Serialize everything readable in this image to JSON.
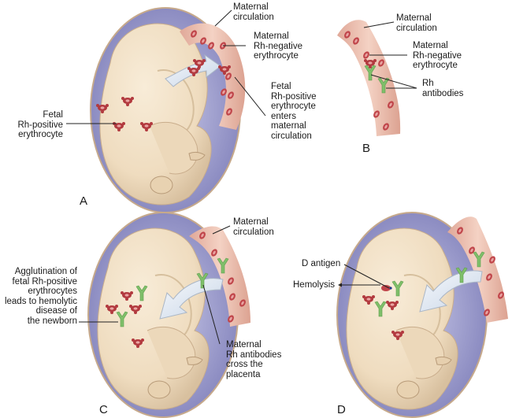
{
  "figure": {
    "colors": {
      "background": "#ffffff",
      "amniotic_sac": "#8f8fc4",
      "sac_inner": "#b9b9de",
      "fetus_skin": "#f1dfc3",
      "fetus_shadow": "#d9c3a3",
      "vessel": "#ecbfae",
      "vessel_edge": "#d7988a",
      "rbc": "#c0454a",
      "fetal_rbc": "#b23a3f",
      "antibody": "#7fbf6a",
      "arrow_fill": "#e8eef6",
      "label_text": "#1a1a1a"
    },
    "panels": [
      {
        "id": "A",
        "letter": "A",
        "labels": {
          "maternal_circulation": "Maternal\ncirculation",
          "maternal_rh_negative": "Maternal\nRh-negative\nerythrocyte",
          "fetal_rh_positive_enters": "Fetal\nRh-positive\nerythrocyte\nenters\nmaternal\ncirculation",
          "fetal_rh_positive": "Fetal\nRh-positive\nerythrocyte"
        }
      },
      {
        "id": "B",
        "letter": "B",
        "labels": {
          "maternal_circulation": "Maternal\ncirculation",
          "maternal_rh_negative": "Maternal\nRh-negative\nerythrocyte",
          "rh_antibodies": "Rh\nantibodies"
        }
      },
      {
        "id": "C",
        "letter": "C",
        "labels": {
          "maternal_circulation": "Maternal\ncirculation",
          "agglutination": "Agglutination of\nfetal Rh-positive\nerythrocytes\nleads to hemolytic\ndisease of\nthe newborn",
          "antibodies_cross": "Maternal\nRh antibodies\ncross the\nplacenta"
        }
      },
      {
        "id": "D",
        "letter": "D",
        "labels": {
          "d_antigen": "D antigen",
          "hemolysis": "Hemolysis"
        }
      }
    ]
  }
}
